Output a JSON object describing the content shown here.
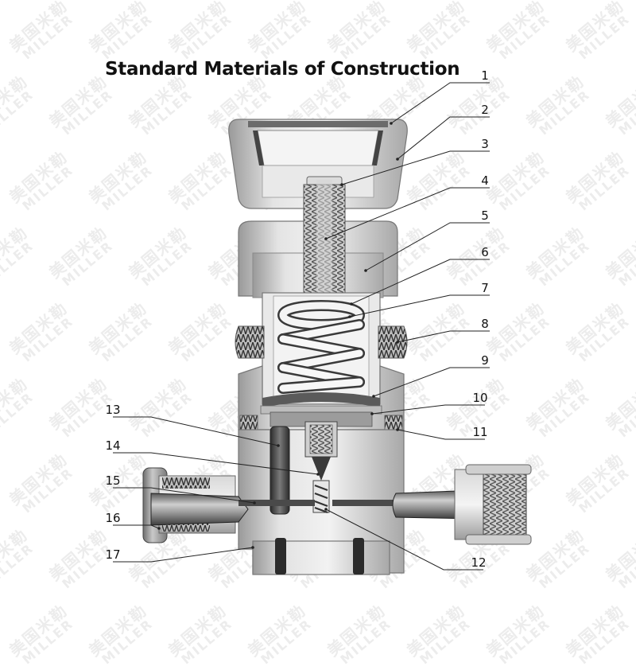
{
  "title": "Standard Materials of Construction",
  "watermark": {
    "cn": "美国米勒",
    "en": "MILLER"
  },
  "callouts": [
    "1",
    "2",
    "3",
    "4",
    "5",
    "6",
    "7",
    "8",
    "9",
    "10",
    "11",
    "12",
    "13",
    "14",
    "15",
    "16",
    "17"
  ]
}
